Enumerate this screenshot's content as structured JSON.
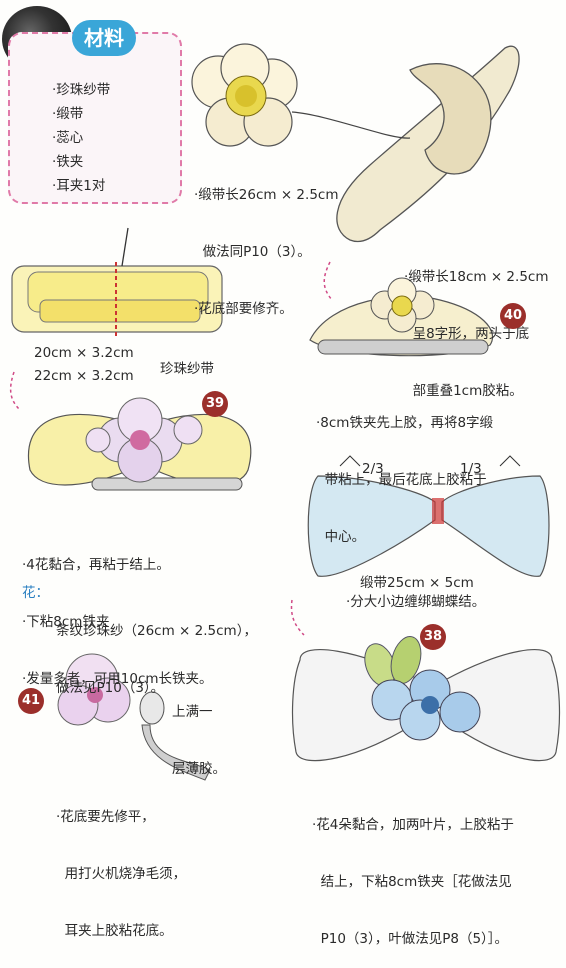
{
  "materials": {
    "title": "材料",
    "items": [
      "·珍珠纱带",
      "·缎带",
      "·蕊心",
      "·铁夹",
      "·耳夹1对"
    ]
  },
  "notes": {
    "flower_top": [
      "·缎带长26cm × 2.5cm",
      "  做法同P10（3）。",
      "·花底部要修齐。"
    ],
    "figure8": [
      "·缎带长18cm × 2.5cm",
      "  呈8字形，两头于底",
      "  部重叠1cm胶粘。"
    ],
    "dim1": "20cm × 3.2cm",
    "dim2": "22cm × 3.2cm",
    "pearl_tulle": "珍珠纱带",
    "step40": [
      "·8cm铁夹先上胶，再将8字缎",
      "  带粘上，最后花底上胶粘于",
      "  中心。"
    ],
    "step39": [
      "·4花黏合，再粘于结上。",
      "·下粘8cm铁夹",
      "·发量多者，可用10cm长铁夹。"
    ],
    "flower_label": "花：",
    "flower_spec": [
      "条纹珍珠纱（26cm × 2.5cm），",
      "做法见P10（3）。"
    ],
    "frac_left": "2/3",
    "frac_right": "1/3",
    "bow": [
      "缎带25cm × 5cm",
      "·分大小边缠绑蝴蝶结。"
    ],
    "glue": [
      "上满一",
      "层薄胶。"
    ],
    "step41": [
      "·花底要先修平，",
      "  用打火机烧净毛须，",
      "  耳夹上胶粘花底。"
    ],
    "step38": [
      "·花4朵黏合，加两叶片，上胶粘于",
      "  结上，下粘8cm铁夹［花做法见",
      "  P10（3），叶做法见P8（5）］。"
    ]
  },
  "badges": {
    "b39": "39",
    "b40": "40",
    "b41": "41",
    "b38": "38"
  },
  "colors": {
    "accent_blue": "#3aa6d8",
    "badge_red": "#9b2f2b",
    "dash_pink": "#e07aa8"
  }
}
